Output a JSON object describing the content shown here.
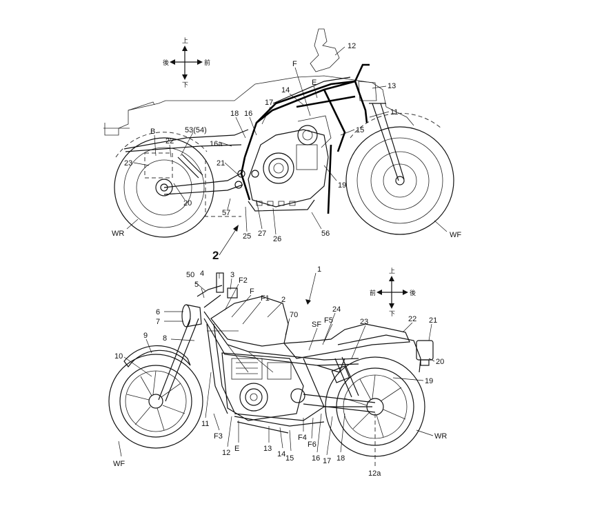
{
  "figure_top": {
    "compass": {
      "up": "上",
      "down": "下",
      "left": "後",
      "right": "前"
    },
    "ref_main": "2",
    "labels": [
      "12",
      "13",
      "11",
      "14",
      "F",
      "E",
      "17",
      "16",
      "18",
      "15",
      "53(54)",
      "B",
      "22",
      "16a",
      "23",
      "21",
      "19",
      "20",
      "57",
      "25",
      "27",
      "26",
      "56",
      "WR",
      "WF"
    ]
  },
  "figure_bottom": {
    "compass": {
      "up": "上",
      "down": "下",
      "left": "前",
      "right": "後"
    },
    "ref_main": "1",
    "labels": [
      "50",
      "4",
      "3",
      "5",
      "F2",
      "F",
      "F1",
      "2",
      "24",
      "6",
      "7",
      "70",
      "SF",
      "F5",
      "23",
      "22",
      "21",
      "8",
      "9",
      "20",
      "10",
      "19",
      "11",
      "F3",
      "12",
      "E",
      "13",
      "14",
      "15",
      "F4",
      "F6",
      "16",
      "17",
      "18",
      "WR",
      "12a",
      "WF"
    ]
  }
}
